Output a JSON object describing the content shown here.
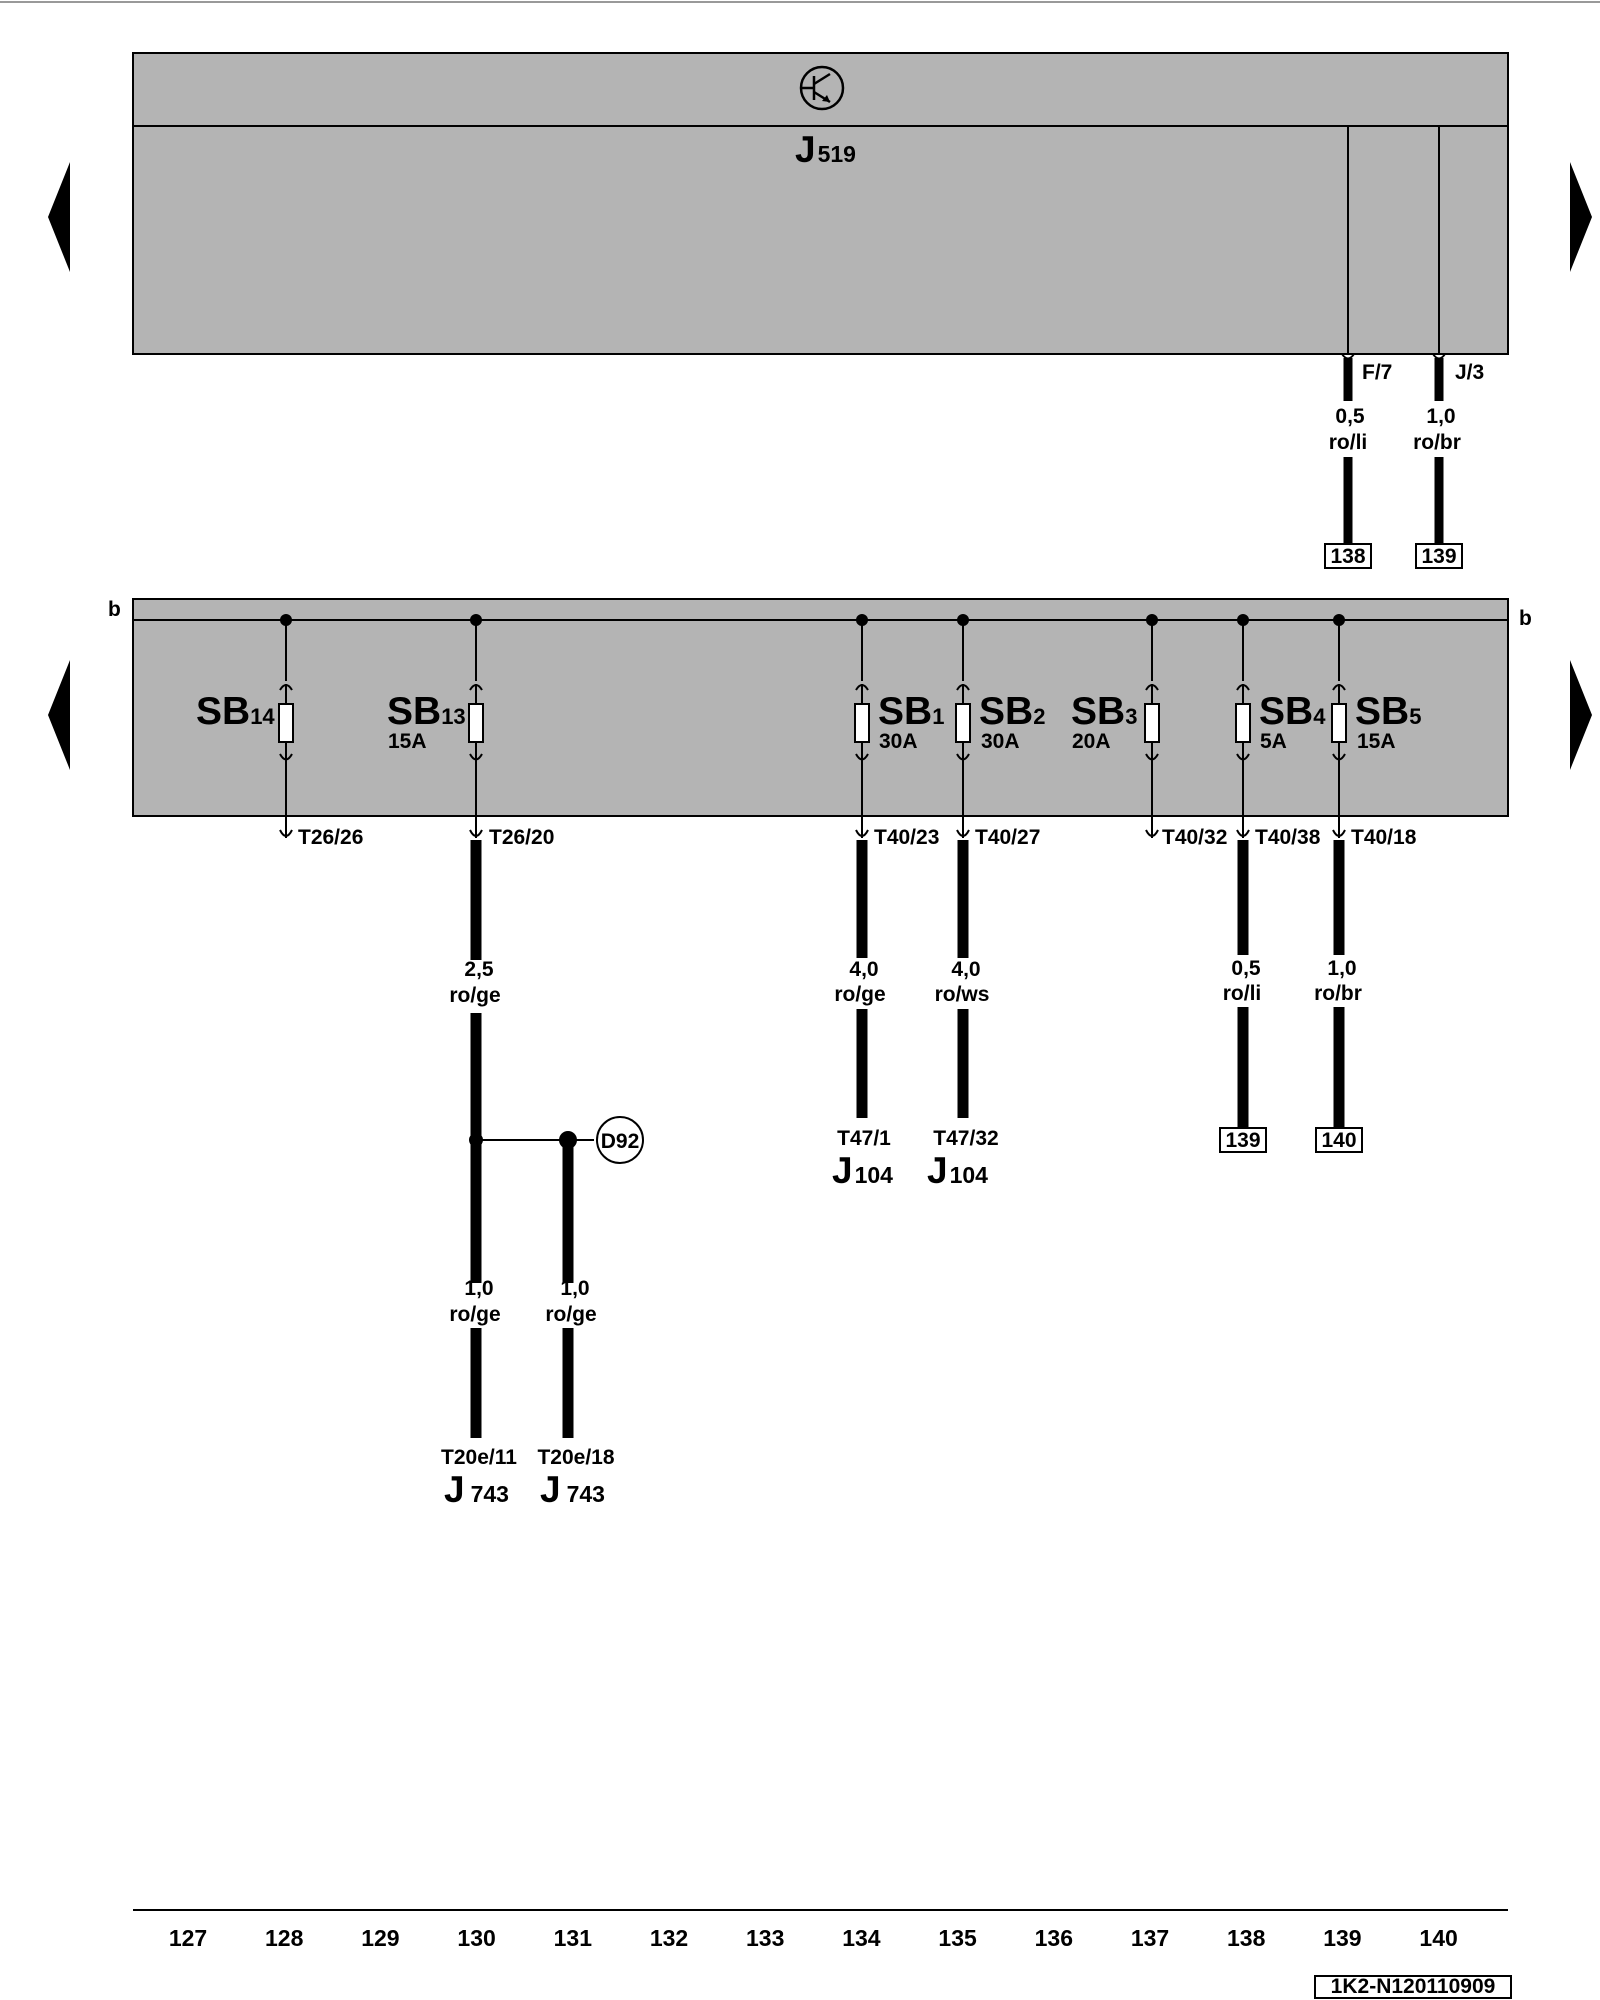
{
  "top_module": {
    "name_main": "J",
    "name_sub": "519",
    "symbol": "transistor-symbol",
    "fill": "#b4b4b4",
    "outputs": [
      {
        "pin": "F/7",
        "size": "0,5",
        "color": "ro/li",
        "ref": "138"
      },
      {
        "pin": "J/3",
        "size": "1,0",
        "color": "ro/br",
        "ref": "139"
      }
    ]
  },
  "fuse_module": {
    "bus_label": "b",
    "fill": "#b4b4b4",
    "fuses": [
      {
        "name": "SB",
        "num": "14",
        "rating": "",
        "pin": "T26/26"
      },
      {
        "name": "SB",
        "num": "13",
        "rating": "15A",
        "pin": "T26/20"
      },
      {
        "name": "SB",
        "num": "1",
        "rating": "30A",
        "pin": "T40/23"
      },
      {
        "name": "SB",
        "num": "2",
        "rating": "30A",
        "pin": "T40/27"
      },
      {
        "name": "SB",
        "num": "3",
        "rating": "20A",
        "pin": "T40/32"
      },
      {
        "name": "SB",
        "num": "4",
        "rating": "5A",
        "pin": "T40/38"
      },
      {
        "name": "SB",
        "num": "5",
        "rating": "15A",
        "pin": "T40/18"
      }
    ]
  },
  "wires": {
    "sb13_trunk": {
      "size": "2,5",
      "color": "ro/ge"
    },
    "splice": "D92",
    "sb13_a": {
      "size": "1,0",
      "color": "ro/ge",
      "pin": "T20e/11",
      "comp_main": "J",
      "comp_sub": "743"
    },
    "sb13_b": {
      "size": "1,0",
      "color": "ro/ge",
      "pin": "T20e/18",
      "comp_main": "J",
      "comp_sub": "743"
    },
    "sb1": {
      "size": "4,0",
      "color": "ro/ge",
      "pin": "T47/1",
      "comp_main": "J",
      "comp_sub": "104"
    },
    "sb2": {
      "size": "4,0",
      "color": "ro/ws",
      "pin": "T47/32",
      "comp_main": "J",
      "comp_sub": "104"
    },
    "sb4": {
      "size": "0,5",
      "color": "ro/li",
      "ref": "139"
    },
    "sb5": {
      "size": "1,0",
      "color": "ro/br",
      "ref": "140"
    }
  },
  "columns": [
    "127",
    "128",
    "129",
    "130",
    "131",
    "132",
    "133",
    "134",
    "135",
    "136",
    "137",
    "138",
    "139",
    "140"
  ],
  "doc_code": "1K2-N120110909",
  "nav": {
    "left_icon": "triangle-left-icon",
    "right_icon": "triangle-right-icon"
  }
}
